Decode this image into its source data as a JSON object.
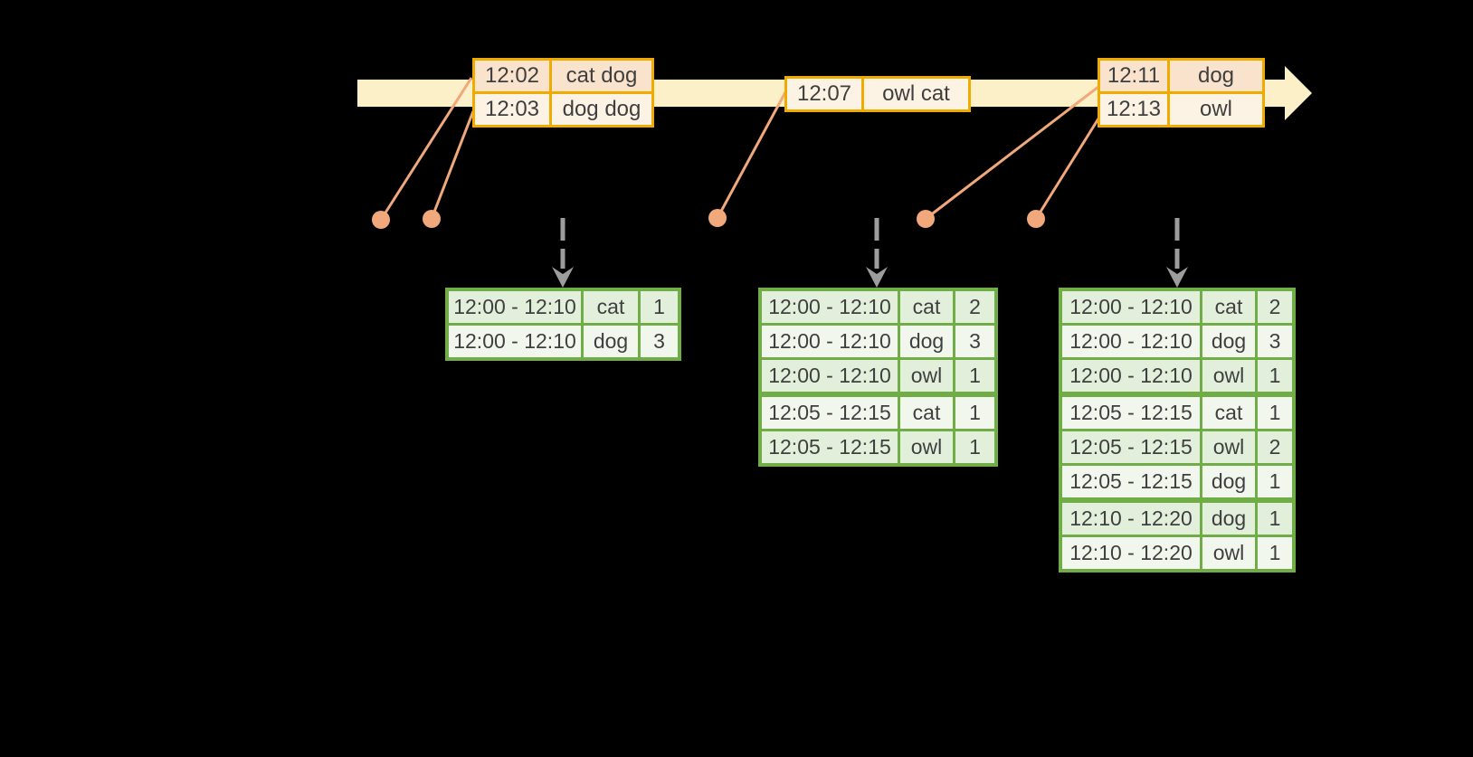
{
  "colors": {
    "background": "#000000",
    "timeline_band": "#fcf0c8",
    "event_border": "#f0ab00",
    "event_fill_peach": "#fae3cd",
    "event_fill_cream": "#fdf3e4",
    "connector_salmon": "#f1a87a",
    "trigger_arrow_gray": "#9d9d9d",
    "table_border_green": "#70ad47",
    "row_fill_green": "#e2efda",
    "row_fill_white": "#f2f7ee",
    "text": "#3f3f3f"
  },
  "timeline": {
    "events": [
      {
        "rows": [
          {
            "time": "12:02",
            "words": "cat dog"
          },
          {
            "time": "12:03",
            "words": "dog dog"
          }
        ]
      },
      {
        "rows": [
          {
            "time": "12:07",
            "words": "owl cat"
          }
        ]
      },
      {
        "rows": [
          {
            "time": "12:11",
            "words": "dog"
          },
          {
            "time": "12:13",
            "words": "owl"
          }
        ]
      }
    ]
  },
  "tables": [
    {
      "rows": [
        {
          "window": "12:00 - 12:10",
          "word": "cat",
          "count": "1"
        },
        {
          "window": "12:00 - 12:10",
          "word": "dog",
          "count": "3"
        }
      ]
    },
    {
      "rows": [
        {
          "window": "12:00 - 12:10",
          "word": "cat",
          "count": "2"
        },
        {
          "window": "12:00 - 12:10",
          "word": "dog",
          "count": "3"
        },
        {
          "window": "12:00 - 12:10",
          "word": "owl",
          "count": "1"
        },
        {
          "window": "12:05 - 12:15",
          "word": "cat",
          "count": "1"
        },
        {
          "window": "12:05 - 12:15",
          "word": "owl",
          "count": "1"
        }
      ]
    },
    {
      "rows": [
        {
          "window": "12:00 - 12:10",
          "word": "cat",
          "count": "2"
        },
        {
          "window": "12:00 - 12:10",
          "word": "dog",
          "count": "3"
        },
        {
          "window": "12:00 - 12:10",
          "word": "owl",
          "count": "1"
        },
        {
          "window": "12:05 - 12:15",
          "word": "cat",
          "count": "1"
        },
        {
          "window": "12:05 - 12:15",
          "word": "owl",
          "count": "2"
        },
        {
          "window": "12:05 - 12:15",
          "word": "dog",
          "count": "1"
        },
        {
          "window": "12:10 - 12:20",
          "word": "dog",
          "count": "1"
        },
        {
          "window": "12:10 - 12:20",
          "word": "owl",
          "count": "1"
        }
      ]
    }
  ]
}
